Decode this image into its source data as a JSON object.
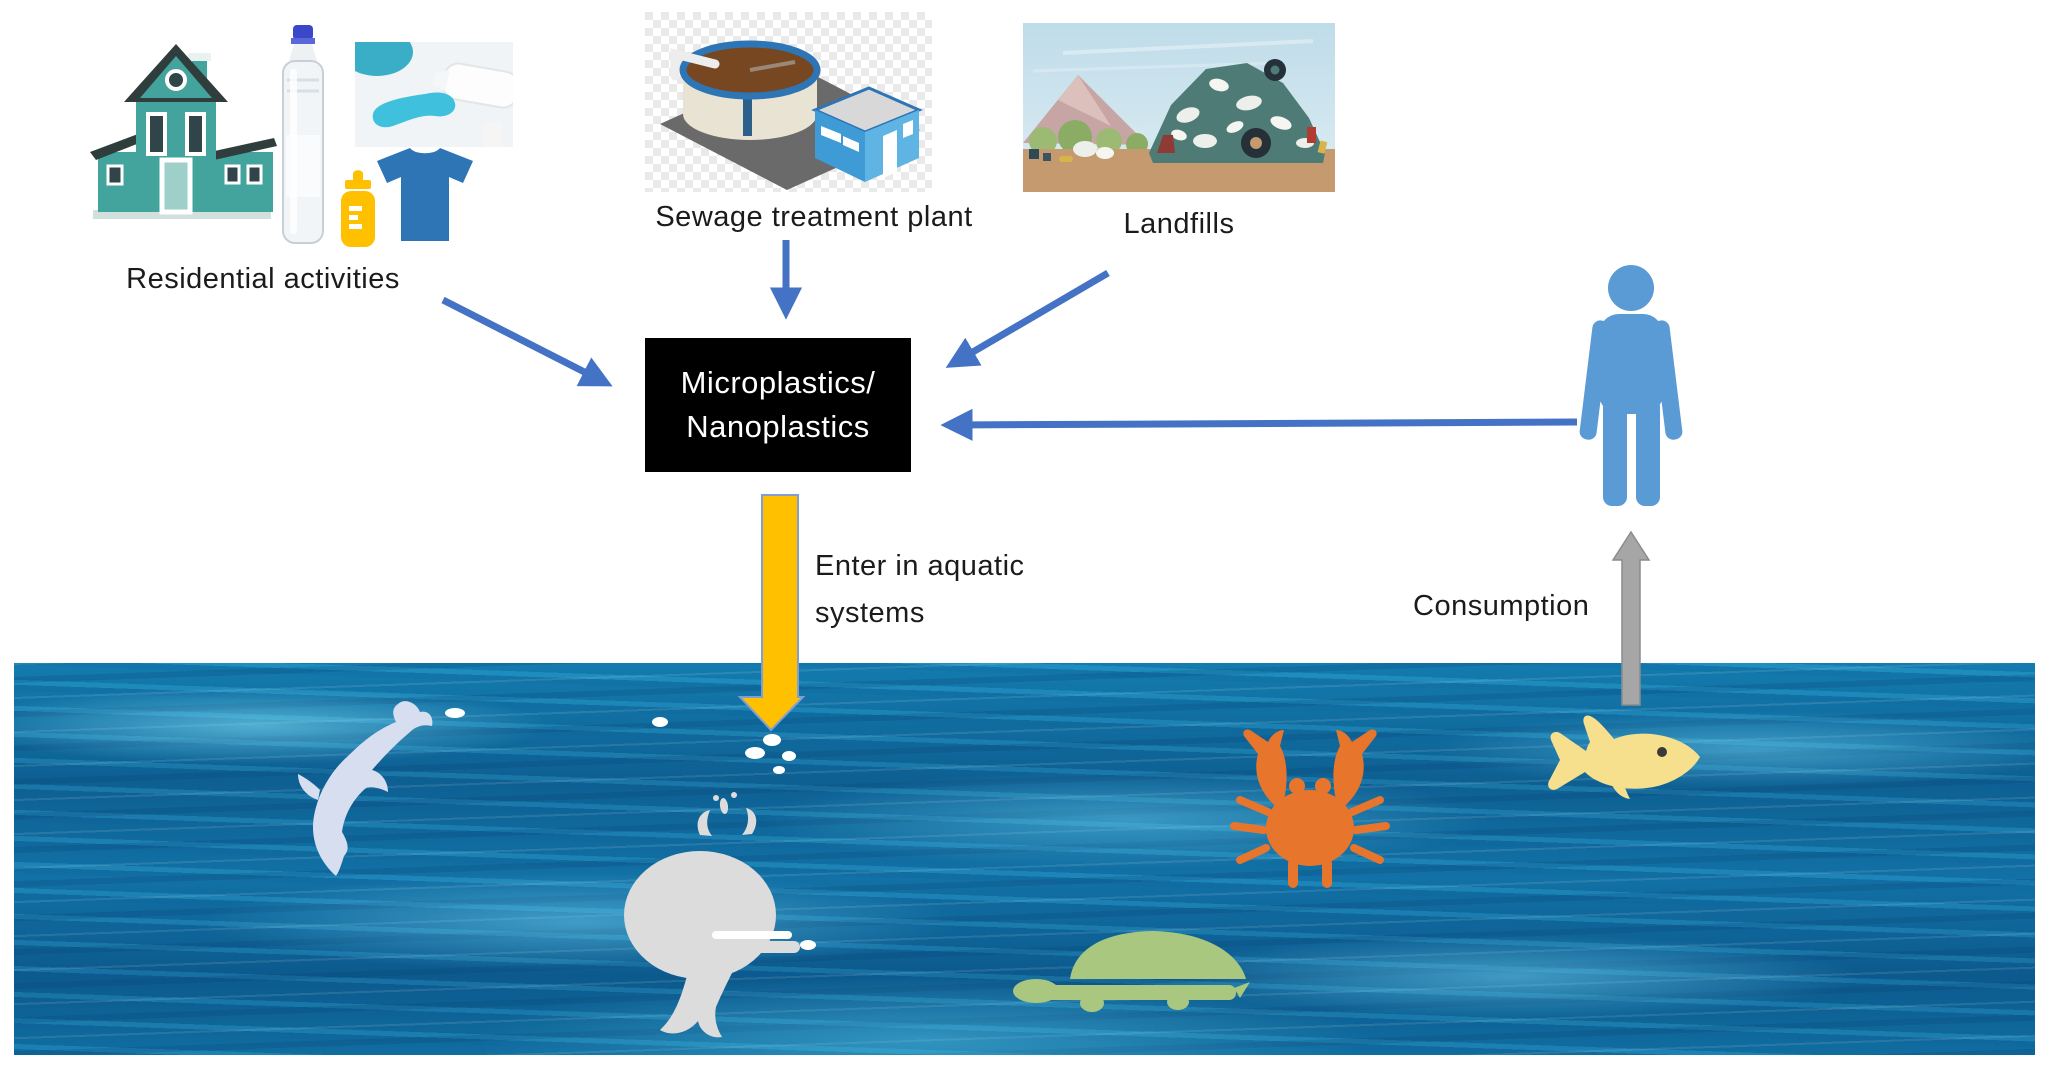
{
  "figure": {
    "title_semantic": "Microplastics and nanoplastics entering aquatic systems diagram",
    "sources": [
      {
        "id": "residential",
        "label": "Residential activities"
      },
      {
        "id": "sewage",
        "label": "Sewage treatment plant"
      },
      {
        "id": "landfills",
        "label": "Landfills"
      }
    ],
    "central_box": {
      "line1": "Microplastics/",
      "line2": "Nanoplastics"
    },
    "annotations": {
      "enter_line1": "Enter in aquatic",
      "enter_line2": "systems",
      "consumption": "Consumption"
    },
    "icons": [
      "house-icon",
      "water-bottle-icon",
      "toothpaste-icon",
      "baby-bottle-icon",
      "tshirt-icon",
      "sewage-plant-icon",
      "landfill-icon",
      "person-icon",
      "dolphin-icon",
      "whale-icon",
      "whale-spout-icon",
      "crab-icon",
      "turtle-icon",
      "fish-icon",
      "bubbles-icon",
      "enter-down-arrow-icon",
      "consumption-up-arrow-icon",
      "flow-arrow-icon"
    ],
    "colors": {
      "arrow_blue": "#4472C4",
      "box_bg": "#000000",
      "box_text": "#FFFFFF",
      "label_text": "#1B1B1B",
      "enter_arrow": "#FFC000",
      "consumption_arrow": "#A6A6A6",
      "person": "#5B9BD5",
      "tshirt": "#2E75B6",
      "baby_bottle": "#FFC000",
      "crab": "#E8752C",
      "turtle": "#A9C77E",
      "fish": "#F6E08E",
      "fish_eye": "#3A3A3A",
      "whale": "#DCDCDC",
      "dolphin": "#D7DEF0",
      "house_teal": "#43A49E",
      "house_roof": "#2F3E3C",
      "water_base": "#0F6FA3"
    }
  }
}
